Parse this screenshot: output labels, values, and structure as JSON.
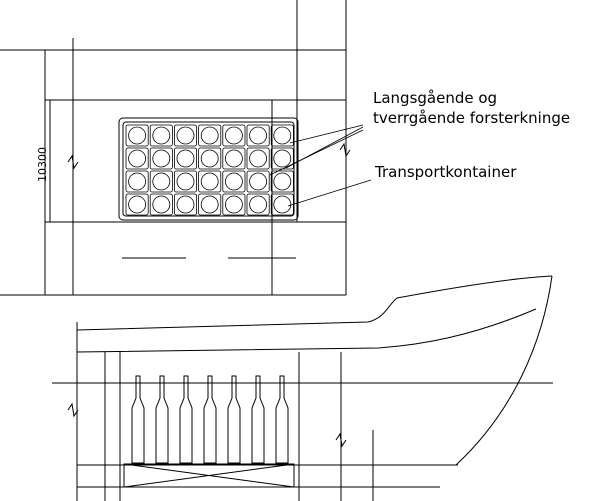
{
  "labels": {
    "reinforcement_line1": "Langsgående og",
    "reinforcement_line2": "tverrgående forsterkninge",
    "container": "Transportkontainer"
  },
  "dimension": {
    "value": "10300"
  },
  "container_grid": {
    "rows": 4,
    "columns": 7
  },
  "bottles": {
    "count": 7
  }
}
